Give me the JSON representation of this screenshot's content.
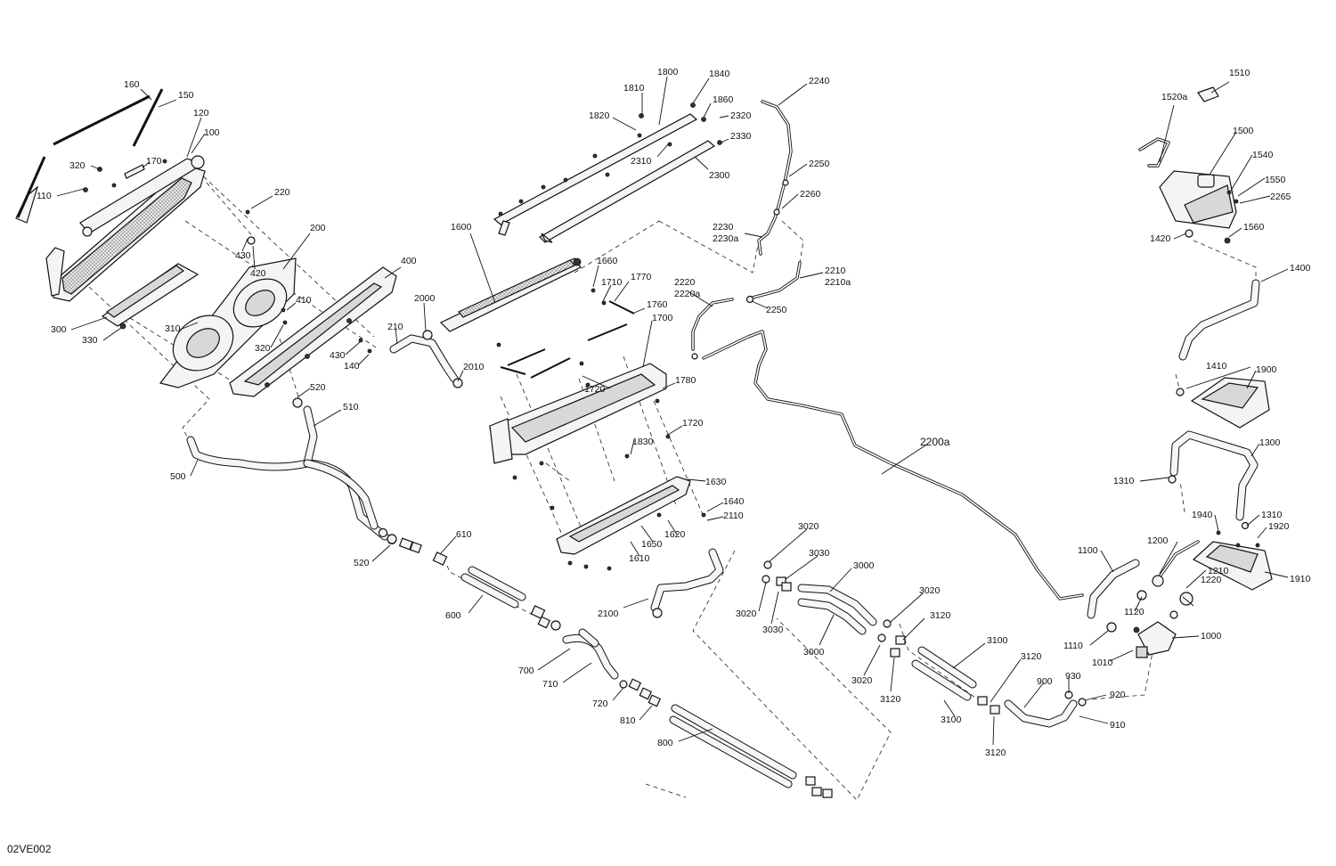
{
  "reference_code": "02VE002",
  "callouts": [
    {
      "id": "c160",
      "text": "160"
    },
    {
      "id": "c150",
      "text": "150"
    },
    {
      "id": "c120",
      "text": "120"
    },
    {
      "id": "c100",
      "text": "100"
    },
    {
      "id": "c320a",
      "text": "320"
    },
    {
      "id": "c170",
      "text": "170"
    },
    {
      "id": "c110",
      "text": "110"
    },
    {
      "id": "c220",
      "text": "220"
    },
    {
      "id": "c200",
      "text": "200"
    },
    {
      "id": "c430a",
      "text": "430"
    },
    {
      "id": "c420",
      "text": "420"
    },
    {
      "id": "c400",
      "text": "400"
    },
    {
      "id": "c410",
      "text": "410"
    },
    {
      "id": "c300",
      "text": "300"
    },
    {
      "id": "c310",
      "text": "310"
    },
    {
      "id": "c330",
      "text": "330"
    },
    {
      "id": "c320b",
      "text": "320"
    },
    {
      "id": "c430b",
      "text": "430"
    },
    {
      "id": "c140",
      "text": "140"
    },
    {
      "id": "c520a",
      "text": "520"
    },
    {
      "id": "c510",
      "text": "510"
    },
    {
      "id": "c500",
      "text": "500"
    },
    {
      "id": "c520b",
      "text": "520"
    },
    {
      "id": "c610",
      "text": "610"
    },
    {
      "id": "c600",
      "text": "600"
    },
    {
      "id": "c700",
      "text": "700"
    },
    {
      "id": "c710",
      "text": "710"
    },
    {
      "id": "c720",
      "text": "720"
    },
    {
      "id": "c810",
      "text": "810"
    },
    {
      "id": "c800",
      "text": "800"
    },
    {
      "id": "c2000",
      "text": "2000"
    },
    {
      "id": "c210",
      "text": "210"
    },
    {
      "id": "c2010",
      "text": "2010"
    },
    {
      "id": "c1800",
      "text": "1800"
    },
    {
      "id": "c1840",
      "text": "1840"
    },
    {
      "id": "c1810",
      "text": "1810"
    },
    {
      "id": "c1860",
      "text": "1860"
    },
    {
      "id": "c1820",
      "text": "1820"
    },
    {
      "id": "c2320",
      "text": "2320"
    },
    {
      "id": "c2330",
      "text": "2330"
    },
    {
      "id": "c2310",
      "text": "2310"
    },
    {
      "id": "c2300",
      "text": "2300"
    },
    {
      "id": "c1600",
      "text": "1600"
    },
    {
      "id": "c1660",
      "text": "1660"
    },
    {
      "id": "c1710",
      "text": "1710"
    },
    {
      "id": "c1770",
      "text": "1770"
    },
    {
      "id": "c1760",
      "text": "1760"
    },
    {
      "id": "c1700",
      "text": "1700"
    },
    {
      "id": "c1720a",
      "text": "1720"
    },
    {
      "id": "c1780",
      "text": "1780"
    },
    {
      "id": "c1720b",
      "text": "1720"
    },
    {
      "id": "c1830",
      "text": "1830"
    },
    {
      "id": "c1630",
      "text": "1630"
    },
    {
      "id": "c1640",
      "text": "1640"
    },
    {
      "id": "c2110",
      "text": "2110"
    },
    {
      "id": "c1620",
      "text": "1620"
    },
    {
      "id": "c1650",
      "text": "1650"
    },
    {
      "id": "c1610",
      "text": "1610"
    },
    {
      "id": "c2100",
      "text": "2100"
    },
    {
      "id": "c2240",
      "text": "2240"
    },
    {
      "id": "c2250a",
      "text": "2250"
    },
    {
      "id": "c2260",
      "text": "2260"
    },
    {
      "id": "c2230",
      "text": "2230"
    },
    {
      "id": "c2230a",
      "text": "2230a"
    },
    {
      "id": "c2210",
      "text": "2210"
    },
    {
      "id": "c2210a",
      "text": "2210a"
    },
    {
      "id": "c2220",
      "text": "2220"
    },
    {
      "id": "c2220a",
      "text": "2220a"
    },
    {
      "id": "c2250b",
      "text": "2250"
    },
    {
      "id": "c2200a",
      "text": "2200a"
    },
    {
      "id": "c1510",
      "text": "1510"
    },
    {
      "id": "c1520a",
      "text": "1520a"
    },
    {
      "id": "c1500",
      "text": "1500"
    },
    {
      "id": "c1540",
      "text": "1540"
    },
    {
      "id": "c1550",
      "text": "1550"
    },
    {
      "id": "c2265",
      "text": "2265"
    },
    {
      "id": "c1420",
      "text": "1420"
    },
    {
      "id": "c1560",
      "text": "1560"
    },
    {
      "id": "c1400",
      "text": "1400"
    },
    {
      "id": "c1410",
      "text": "1410"
    },
    {
      "id": "c1900",
      "text": "1900"
    },
    {
      "id": "c1300",
      "text": "1300"
    },
    {
      "id": "c1310a",
      "text": "1310"
    },
    {
      "id": "c1940",
      "text": "1940"
    },
    {
      "id": "c1310b",
      "text": "1310"
    },
    {
      "id": "c1920",
      "text": "1920"
    },
    {
      "id": "c1200",
      "text": "1200"
    },
    {
      "id": "c1210",
      "text": "1210"
    },
    {
      "id": "c1910",
      "text": "1910"
    },
    {
      "id": "c1100",
      "text": "1100"
    },
    {
      "id": "c1220",
      "text": "1220"
    },
    {
      "id": "c1120",
      "text": "1120"
    },
    {
      "id": "c1000",
      "text": "1000"
    },
    {
      "id": "c1110",
      "text": "1110"
    },
    {
      "id": "c1010",
      "text": "1010"
    },
    {
      "id": "c3020a",
      "text": "3020"
    },
    {
      "id": "c3030a",
      "text": "3030"
    },
    {
      "id": "c3000a",
      "text": "3000"
    },
    {
      "id": "c3020b",
      "text": "3020"
    },
    {
      "id": "c3030b",
      "text": "3030"
    },
    {
      "id": "c3000b",
      "text": "3000"
    },
    {
      "id": "c3020c",
      "text": "3020"
    },
    {
      "id": "c3120a",
      "text": "3120"
    },
    {
      "id": "c3020d",
      "text": "3020"
    },
    {
      "id": "c3120b",
      "text": "3120"
    },
    {
      "id": "c3100a",
      "text": "3100"
    },
    {
      "id": "c3120c",
      "text": "3120"
    },
    {
      "id": "c3100b",
      "text": "3100"
    },
    {
      "id": "c3120d",
      "text": "3120"
    },
    {
      "id": "c900",
      "text": "900"
    },
    {
      "id": "c930",
      "text": "930"
    },
    {
      "id": "c920",
      "text": "920"
    },
    {
      "id": "c910",
      "text": "910"
    }
  ]
}
